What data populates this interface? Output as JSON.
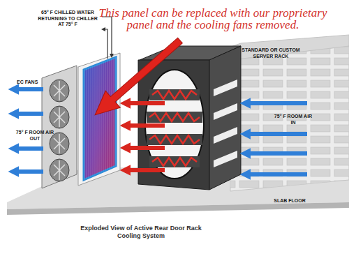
{
  "diagram": {
    "caption": "Exploded View of Active Rear Door Rack Cooling System",
    "labels": [
      "This panel can be replaced with our proprietary panel and the cooling fans removed.",
      "65° F CHILLED WATER RETURNING TO CHILLER AT 75° F",
      "STANDARD OR CUSTOM SERVER RACK",
      "EC FANS",
      "75° F ROOM AIR OUT",
      "75° F ROOM AIR IN",
      "SLAB FLOOR"
    ]
  }
}
